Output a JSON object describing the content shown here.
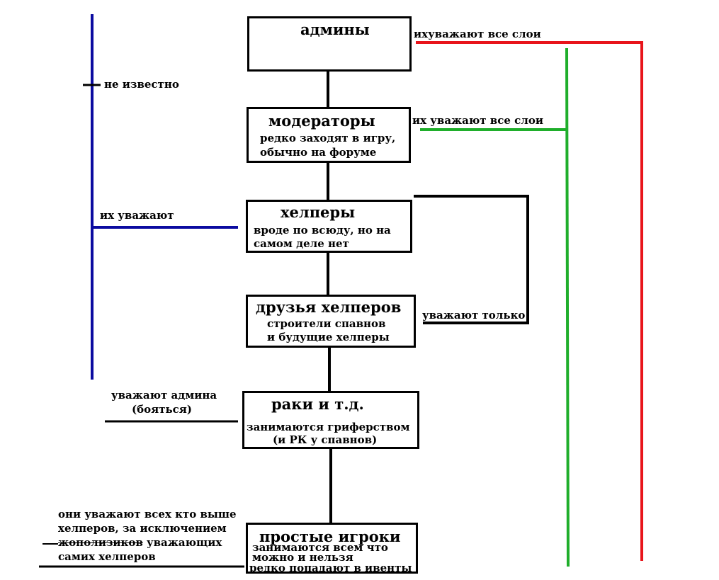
{
  "boxes": {
    "admins": {
      "title": "админы"
    },
    "moderators": {
      "title": "модераторы",
      "desc": [
        "редко заходят в игру,",
        "обычно на форуме"
      ]
    },
    "helpers": {
      "title": "хелперы",
      "desc": [
        "вроде по всюду, но на",
        "самом деле нет"
      ]
    },
    "friends": {
      "title": "друзья хелперов",
      "desc": [
        "строители спавнов",
        "и будущие хелперы"
      ]
    },
    "crayfish": {
      "title": "раки и т.д.",
      "desc": [
        "занимаются гриферством",
        "(и РК у спавнов)"
      ]
    },
    "players": {
      "title": "простые игроки",
      "desc": [
        "занимаются всем что",
        "можно и нельзя",
        "редко попадают в ивенты"
      ]
    }
  },
  "notes": {
    "admins_respect": "ихуважают  все слои",
    "moderators_respect": "их уважают  все слои",
    "unknown": "не известно",
    "helpers_respect": "их уважают",
    "friends_respect_only": "уважают только",
    "crayfish_respect": [
      "уважают админа",
      "(бояться)"
    ],
    "players_respect": {
      "line1": "они уважают всех кто выше",
      "line2": "хелперов, за исключением",
      "line3_struck": "жополизиков",
      "line3_rest": " уважающих",
      "line4": "самих хелперов"
    }
  },
  "colors": {
    "red": "#e8141b",
    "green": "#1fae2b",
    "blue": "#0b0ba0",
    "black": "#000000"
  }
}
